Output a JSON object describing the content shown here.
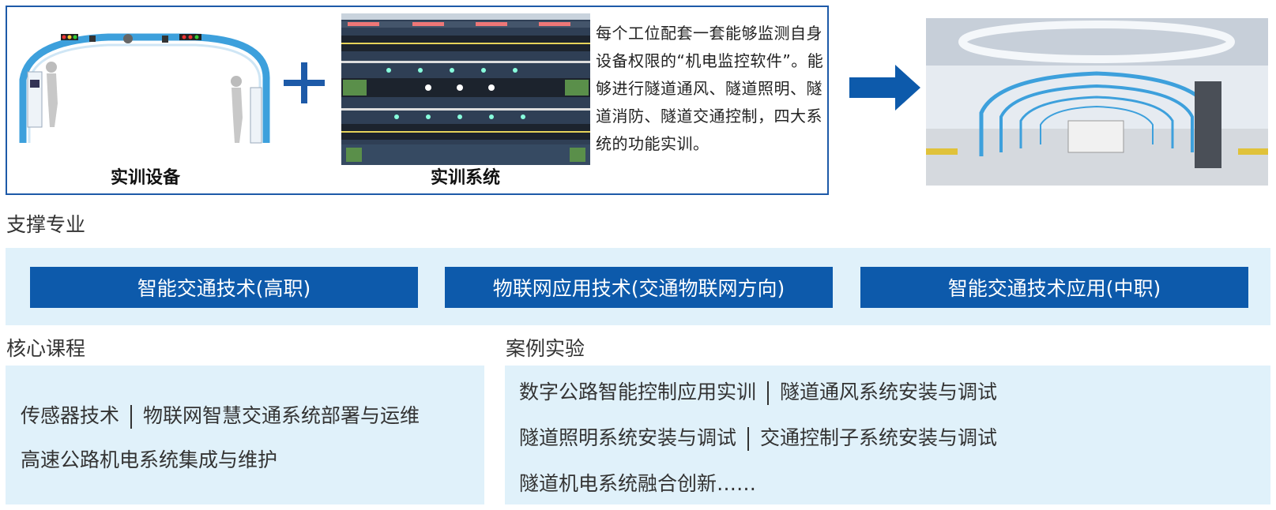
{
  "top": {
    "equipment_caption": "实训设备",
    "system_caption": "实训系统",
    "description": "每个工位配套一套能够监测自身设备权限的“机电监控软件”。能够进行隧道通风、隧道照明、隧道消防、隧道交通控制，四大系统的功能实训。"
  },
  "support": {
    "title": "支撑专业",
    "majors": [
      "智能交通技术(高职)",
      "物联网应用技术(交通物联网方向)",
      "智能交通技术应用(中职)"
    ]
  },
  "core": {
    "title": "核心课程",
    "line1": [
      "传感器技术",
      "物联网智慧交通系统部署与运维"
    ],
    "line2": "高速公路机电系统集成与维护"
  },
  "cases": {
    "title": "案例实验",
    "line1": [
      "数字公路智能控制应用实训",
      "隧道通风系统安装与调试"
    ],
    "line2": [
      "隧道照明系统安装与调试",
      "交通控制子系统安装与调试"
    ],
    "line3": "隧道机电系统融合创新……"
  },
  "colors": {
    "brand_blue": "#0d5aab",
    "panel_bg": "#e0f1fa",
    "border_blue": "#1d5aa8"
  }
}
